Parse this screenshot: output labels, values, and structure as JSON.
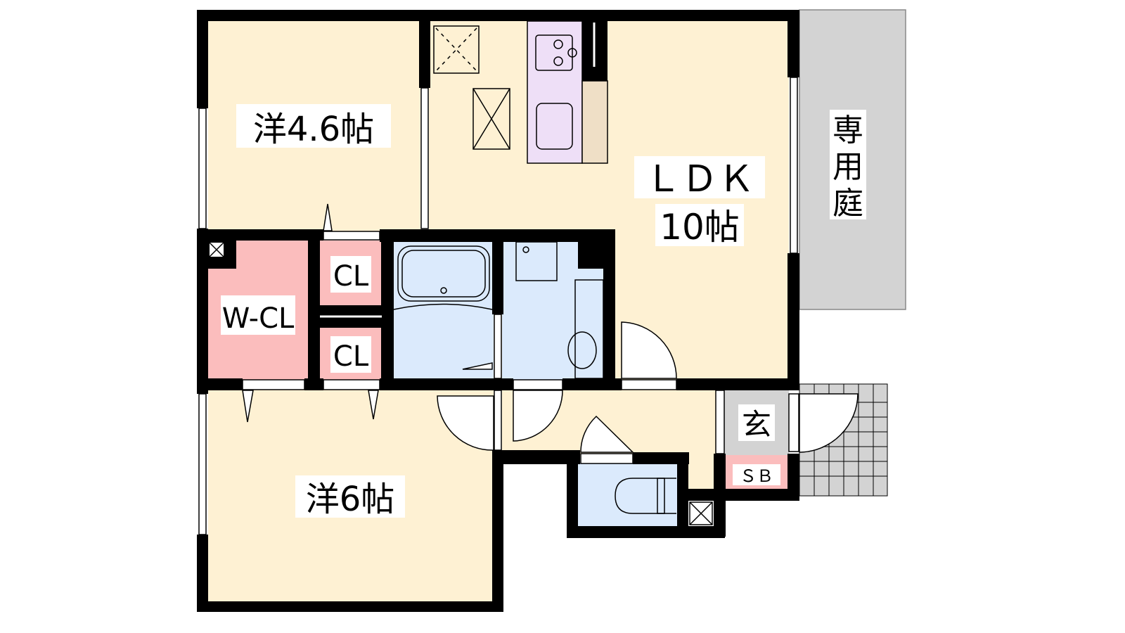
{
  "plan": {
    "rooms": {
      "western1": "洋4.6帖",
      "ldk": "ＬＤＫ",
      "ldk_size": "10帖",
      "wcl": "W-CL",
      "cl1": "CL",
      "cl2": "CL",
      "western2": "洋6帖",
      "entrance": "玄",
      "shoebox": "ＳＢ",
      "garden": [
        "専",
        "用",
        "庭"
      ]
    },
    "colors": {
      "room": "#fef1d3",
      "closet": "#fbbdbd",
      "wet": "#dbeafc",
      "kitchen": "#eedff7",
      "counter": "#efdfc6",
      "gray": "#d3d3d3",
      "wall": "#000000"
    }
  }
}
